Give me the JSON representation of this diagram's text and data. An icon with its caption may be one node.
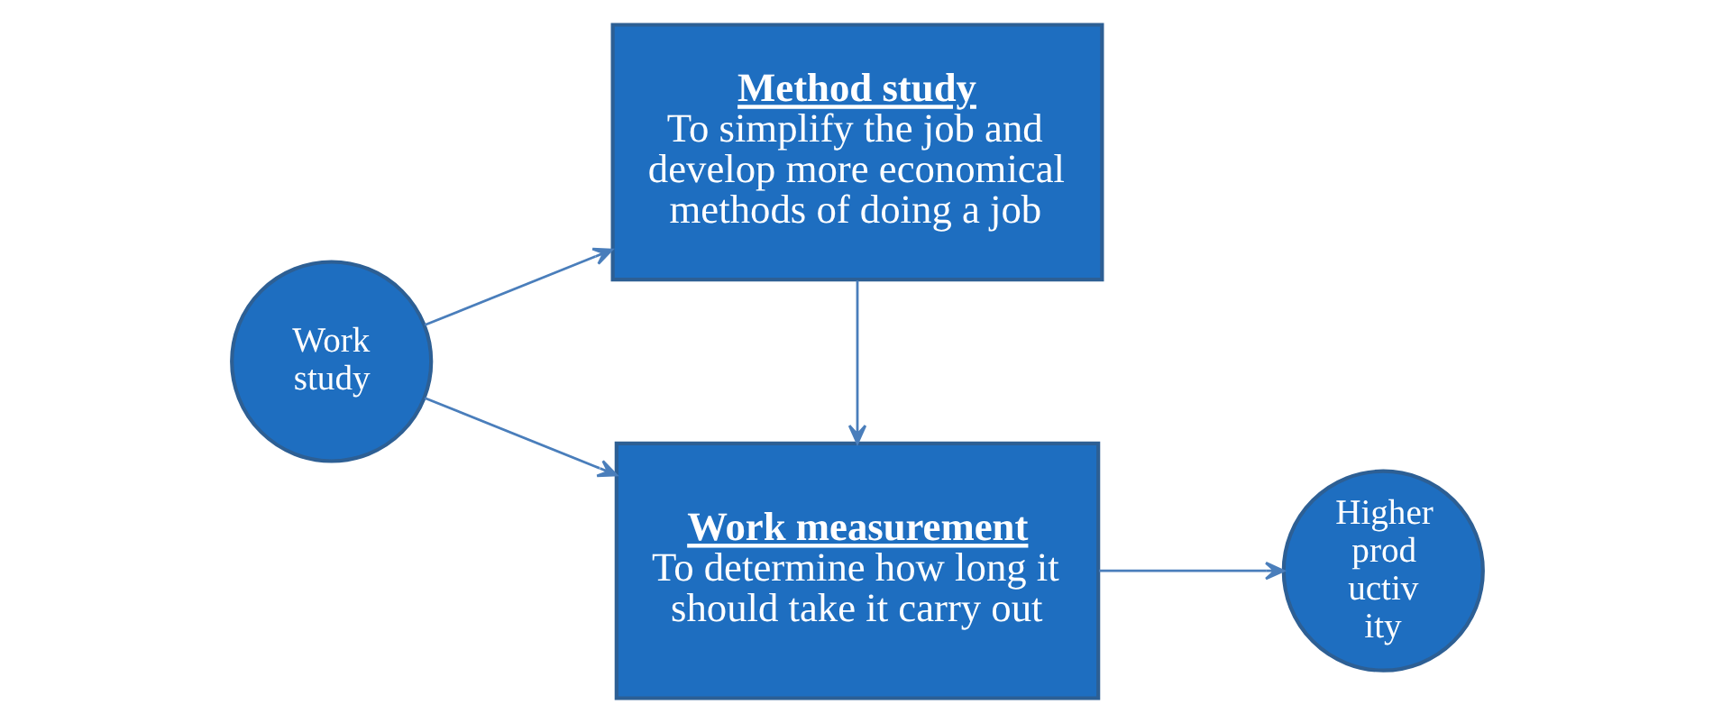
{
  "diagram": {
    "nodes": [
      {
        "text": [
          "Work study"
        ]
      },
      {
        "text": [
          "Method study",
          "To simplify the job and develop more economical methods of doing a job"
        ]
      },
      {
        "text": [
          "Work measurement",
          "To determine how long it should take it carry out"
        ]
      },
      {
        "text": [
          "Higher prod uctiv ity"
        ]
      }
    ],
    "edges": [
      {
        "from": 0,
        "to": 1,
        "arrow": "to"
      },
      {
        "from": 0,
        "to": 2,
        "arrow": "to"
      },
      {
        "from": 1,
        "to": 2,
        "arrow": "to"
      },
      {
        "from": 2,
        "to": 3,
        "arrow": "to"
      }
    ]
  }
}
